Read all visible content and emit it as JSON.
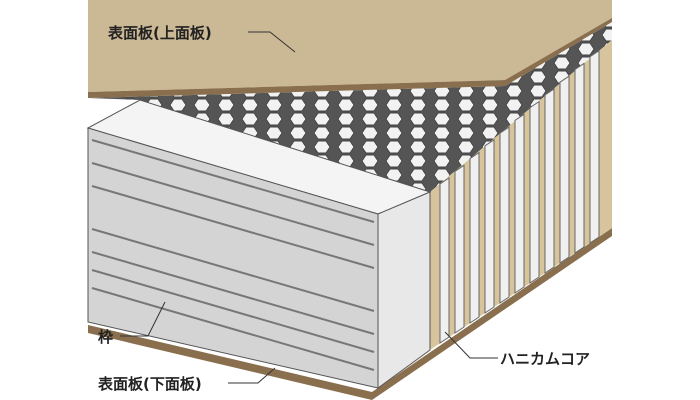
{
  "labels": {
    "top_sheet": "表面板(上面板)",
    "frame": "枠",
    "core": "ハニカムコア",
    "bottom_sheet": "表面板(下面板)"
  },
  "colors": {
    "face_sheet": "#cbb894",
    "frame": "#d9d9d9",
    "core": "#e6e6e6",
    "outline": "#333333"
  }
}
